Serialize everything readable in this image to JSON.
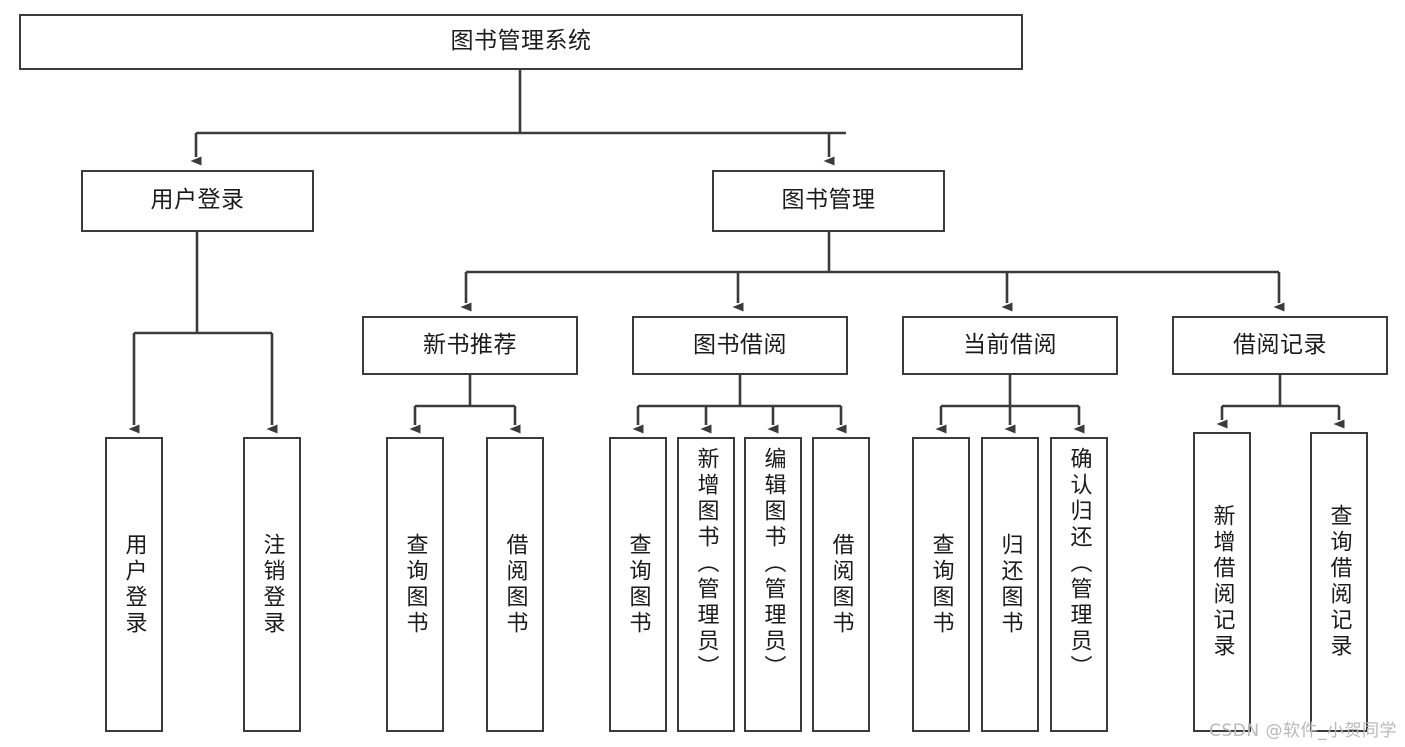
{
  "diagram": {
    "type": "tree-hierarchy",
    "title": "图书管理系统",
    "orientation": "top-down",
    "colors": {
      "node_border": "#3b3b3b",
      "node_fill": "#ffffff",
      "edge": "#3b3b3b",
      "text": "#1b1b1b",
      "watermark": "#b9b9b9",
      "background": "#ffffff"
    },
    "root": {
      "id": "root",
      "label": "图书管理系统",
      "orientation": "horizontal"
    },
    "level2": [
      {
        "id": "user-login",
        "label": "用户登录",
        "orientation": "horizontal"
      },
      {
        "id": "book-manage",
        "label": "图书管理",
        "orientation": "horizontal"
      }
    ],
    "level3": [
      {
        "id": "new-book-recommend",
        "label": "新书推荐",
        "orientation": "horizontal",
        "parent": "book-manage"
      },
      {
        "id": "book-borrow",
        "label": "图书借阅",
        "orientation": "horizontal",
        "parent": "book-manage"
      },
      {
        "id": "current-borrow",
        "label": "当前借阅",
        "orientation": "horizontal",
        "parent": "book-manage"
      },
      {
        "id": "borrow-record",
        "label": "借阅记录",
        "orientation": "horizontal",
        "parent": "book-manage"
      }
    ],
    "leaves": [
      {
        "id": "leaf-user-login",
        "label": "用户登录",
        "parent": "user-login"
      },
      {
        "id": "leaf-logout-login",
        "label": "注销登录",
        "parent": "user-login"
      },
      {
        "id": "leaf-query-book-1",
        "label": "查询图书",
        "parent": "new-book-recommend"
      },
      {
        "id": "leaf-borrow-book-1",
        "label": "借阅图书",
        "parent": "new-book-recommend"
      },
      {
        "id": "leaf-query-book-2",
        "label": "查询图书",
        "parent": "book-borrow"
      },
      {
        "id": "leaf-add-book",
        "label": "新增图书（管理员）",
        "parent": "book-borrow"
      },
      {
        "id": "leaf-edit-book",
        "label": "编辑图书（管理员）",
        "parent": "book-borrow"
      },
      {
        "id": "leaf-borrow-book-2",
        "label": "借阅图书",
        "parent": "book-borrow"
      },
      {
        "id": "leaf-query-book-3",
        "label": "查询图书",
        "parent": "current-borrow"
      },
      {
        "id": "leaf-return-book",
        "label": "归还图书",
        "parent": "current-borrow"
      },
      {
        "id": "leaf-confirm-return",
        "label": "确认归还（管理员）",
        "parent": "current-borrow"
      },
      {
        "id": "leaf-add-record",
        "label": "新增借阅记录",
        "parent": "borrow-record"
      },
      {
        "id": "leaf-query-record",
        "label": "查询借阅记录",
        "parent": "borrow-record"
      }
    ],
    "watermark": "CSDN @软件_小贺同学"
  }
}
